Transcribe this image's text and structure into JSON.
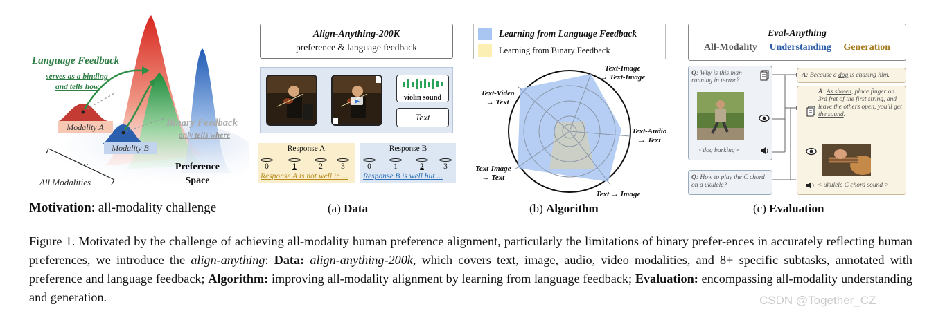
{
  "motivation": {
    "language_feedback": "Language Feedback",
    "lf_sub1": "serves as a binding",
    "lf_sub2": "and tells how",
    "binary_feedback": "Binary Feedback",
    "bf_sub": "only tells where",
    "modality_a": "Modality A",
    "modality_b": "Modality B",
    "dots": "...",
    "all_modalities": "All Modalities",
    "pref1": "Preference",
    "pref2": "Space",
    "caption_bold": "Motivation",
    "caption_rest": ": all-modality challenge",
    "colors": {
      "red": "#e8453b",
      "green": "#2f9e4a",
      "blue": "#2f6cc0"
    }
  },
  "data_panel": {
    "title": "Align-Anything-200K",
    "subtitle": "preference & language feedback",
    "violin_label": "violin sound",
    "text_label": "Text",
    "response_a": {
      "header": "Response A",
      "scale": [
        "0",
        "1",
        "2",
        "3"
      ],
      "selected": "1",
      "text": "Response A is not well in ..."
    },
    "response_b": {
      "header": "Response B",
      "scale": [
        "0",
        "1",
        "2",
        "3"
      ],
      "selected": "2",
      "text": "Response B is well but ..."
    },
    "caption_prefix": "(a) ",
    "caption_bold": "Data"
  },
  "algorithm_panel": {
    "legend_lf": "Learning from Language Feedback",
    "legend_bf": "Learning from Binary Feedback",
    "legend_colors": {
      "lf": "#a9c6f2",
      "bf": "#fbefb3"
    },
    "axes": {
      "text_image_image_1": "Text-Image",
      "text_image_image_2": "→ Text-Image",
      "text_video_1": "Text-Video",
      "text_video_2": "→ Text",
      "text_audio_1": "Text-Audio",
      "text_audio_2": "→ Text",
      "text_image_text_1": "Text-Image",
      "text_image_text_2": "→ Text",
      "text_to_image": "Text → Image"
    },
    "caption_prefix": "(b) ",
    "caption_bold": "Algorithm"
  },
  "eval_panel": {
    "title": "Eval-Anything",
    "all_modality": "All-Modality",
    "understanding": "Understanding",
    "generation": "Generation",
    "colors": {
      "understanding": "#2f5fa8",
      "generation": "#a67a1c",
      "all": "#555555"
    },
    "q1_label": "Q",
    "q1_text": ": Why is this man running in terror?",
    "q1_audio": "<dog barking>",
    "a1_label": "A",
    "a1_pre": ": Because a ",
    "a1_dog": "dog",
    "a1_post": " is chasing him.",
    "a2_label": "A",
    "a2_pre": ": ",
    "a2_shown": "As shown",
    "a2_mid": ", place finger on 3rd fret of the first string, and leave the others open, you'll get ",
    "a2_sound": "the sound",
    "a2_end": ".",
    "q2_label": "Q",
    "q2_text": ": How to play the C chord on a ukulele?",
    "a2_audio": "< ukulele C chord sound >",
    "caption_prefix": "(c) ",
    "caption_bold": "Evaluation"
  },
  "caption": {
    "fig": "Figure 1. Motivated by the challenge of achieving all-modality human preference alignment, particularly the limitations of binary prefer-ences in accurately reflecting human preferences, we introduce the ",
    "fig_it": "align-anything",
    "c2": ": ",
    "data_b": "Data:",
    "c3": " ",
    "data_it": "align-anything-200k",
    "c4": ", which covers text, image, audio, video modalities, and 8+ specific subtasks, annotated with preference and language feedback; ",
    "algo_b": "Algorithm:",
    "c5": " improving all-modality alignment by learning from language feedback; ",
    "eval_b": "Evaluation:",
    "c6": " encompassing all-modality understanding and generation."
  },
  "watermark": "CSDN @Together_CZ"
}
